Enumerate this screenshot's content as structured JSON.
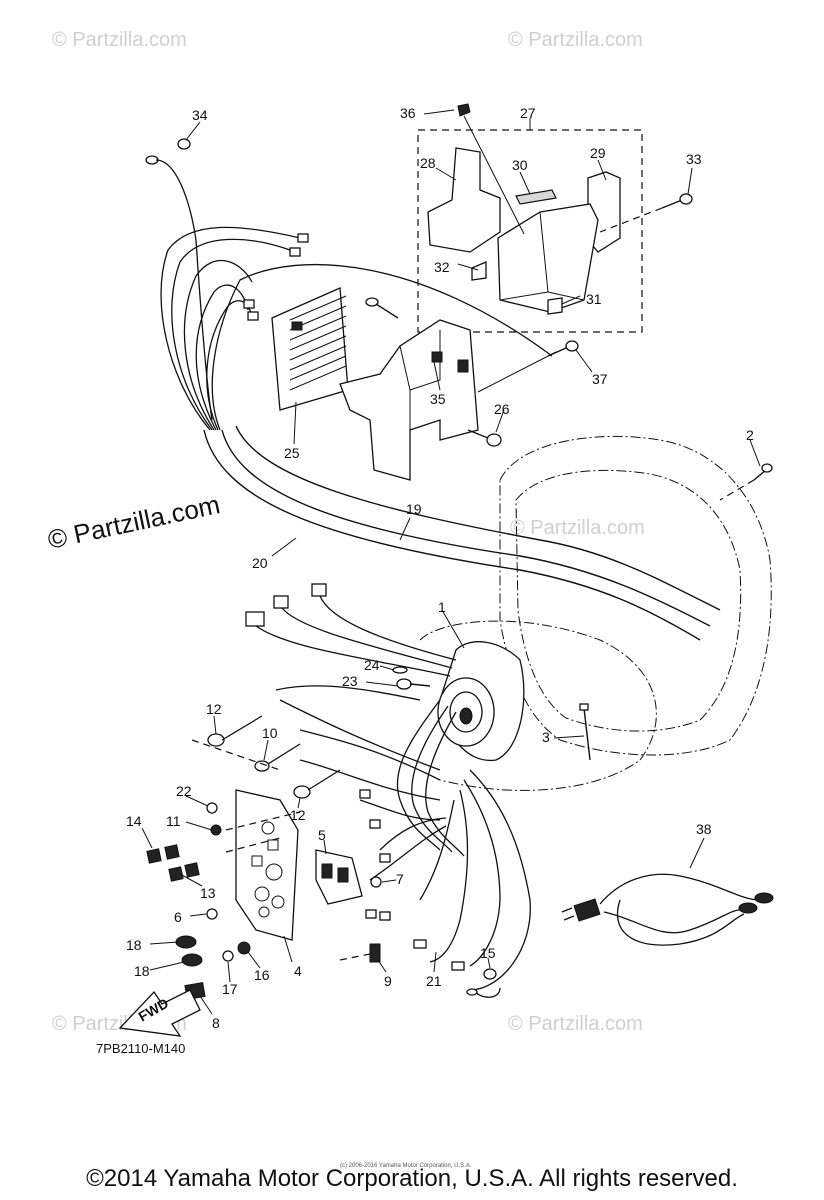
{
  "diagram_code": "7PB2110-M140",
  "footer": {
    "copyright": "©2014 Yamaha Motor Corporation, U.S.A. All rights reserved.",
    "tiny_credit": "(c) 2006-2016 Yamaha Motor Corporation, U.S.A."
  },
  "watermark": {
    "main": "© Partzilla.com",
    "faint": "© Partzilla.com"
  },
  "fwd_arrow": "FWD",
  "callouts": [
    "1",
    "2",
    "3",
    "4",
    "5",
    "6",
    "7",
    "8",
    "9",
    "10",
    "11",
    "12",
    "12",
    "13",
    "14",
    "15",
    "16",
    "17",
    "18",
    "18",
    "19",
    "20",
    "21",
    "22",
    "23",
    "24",
    "25",
    "26",
    "27",
    "28",
    "29",
    "30",
    "31",
    "32",
    "33",
    "34",
    "35",
    "36",
    "37",
    "38"
  ]
}
